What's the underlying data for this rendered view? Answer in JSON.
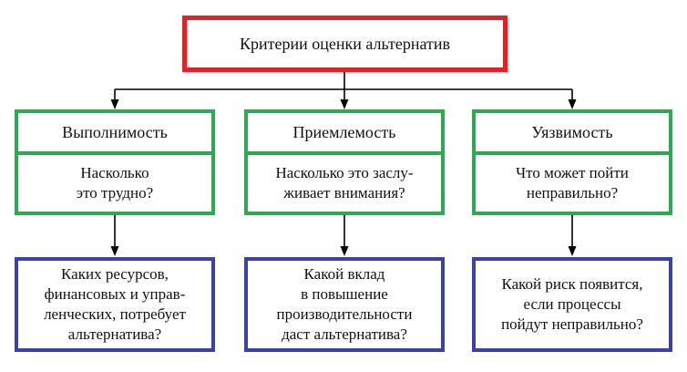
{
  "diagram": {
    "title": "Критерии оценки альтернатив",
    "columns": [
      {
        "header": "Выполнимость",
        "question": "Насколько\nэто трудно?",
        "outcome": "Каких ресурсов,\nфинансовых и управ-\nленческих, потребует\nальтернатива?"
      },
      {
        "header": "Приемлемость",
        "question": "Насколько это заслу-\nживает внимания?",
        "outcome": "Какой вклад\nв повышение\nпроизводительности\nдаст альтернатива?"
      },
      {
        "header": "Уязвимость",
        "question": "Что может пойти\nнеправильно?",
        "outcome": "Какой риск появится,\nесли процессы\nпойдут неправильно?"
      }
    ],
    "colors": {
      "title_border": "#e02327",
      "criteria_border": "#2ea853",
      "outcome_border": "#3b42a5",
      "connector": "#000000",
      "background": "#ffffff",
      "text": "#111111"
    }
  }
}
